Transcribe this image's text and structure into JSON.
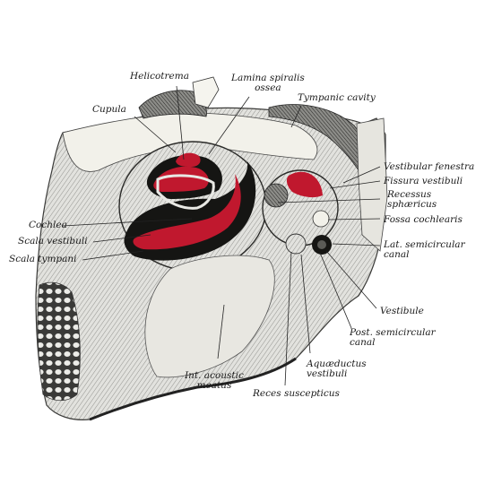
{
  "figure": {
    "accent_color": "#c0182e",
    "bone_color": "#d8d8d4",
    "ink_color": "#1e1e1e"
  },
  "labels": {
    "helicotrema": "Helicotrema",
    "lamina_spiralis": [
      "Lamina spiralis",
      "ossea"
    ],
    "tympanic_cavity": "Tympanic cavity",
    "cupula": "Cupula",
    "vestibular_fenestra": "Vestibular fenestra",
    "fissura_vestibuli": "Fissura vestibuli",
    "recessus_sphaericus": [
      "Recessus",
      "sphæricus"
    ],
    "fossa_cochlearis": "Fossa cochlearis",
    "cochlea": "Cochlea",
    "scala_vestibuli": "Scala vestibuli",
    "scala_tympani": "Scala tympani",
    "lat_semicircular_canal": [
      "Lat. semicircular",
      "canal"
    ],
    "vestibule": "Vestibule",
    "post_semicircular_canal": [
      "Post. semicircular",
      "canal"
    ],
    "aquaeductus_vestibuli": [
      "Aquæductus",
      "vestibuli"
    ],
    "int_acoustic_meatus": [
      "Int. acoustic",
      "meatus"
    ],
    "recessus_ellipticus": "Reces suscepticus"
  }
}
